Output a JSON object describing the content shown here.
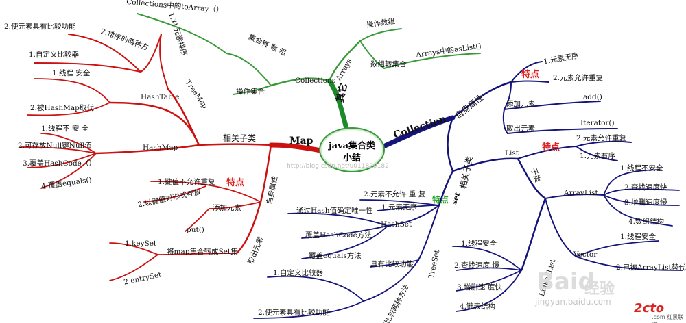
{
  "center": {
    "line1": "java集合类",
    "line2": "小结"
  },
  "other": {
    "title": "其它",
    "collections": "Collections",
    "op_set": "操作集合",
    "set_to_array": "集合转 数 组",
    "to_array": "Collections中的toArray（）",
    "arrays": "Arrays",
    "op_array": "操作数组",
    "array_to_set": "数组转集合",
    "as_list": "Arrays中的asList()"
  },
  "collection": {
    "title": "Collection",
    "self_props": "自身属性",
    "feature": "特点",
    "f1": "1.元素无序",
    "f2": "2.元素允许重复",
    "add": "添加元素",
    "add_m": "add()",
    "get": "取出元素",
    "get_m": "Iterator()",
    "sub": "相关子类",
    "list": "List",
    "list_feature": "特点",
    "l2": "2.元素允许重复",
    "l1": "1.元素有序",
    "list_sub": "子类",
    "arraylist": "ArrayList",
    "a1": "1.线程不安全",
    "a2": "2.查找速度快",
    "a3": "3.增删速度慢",
    "a4": "4.数组结构",
    "vector": "Vector",
    "v1": "1.线程安全",
    "v2": "2.已被ArrayList替代",
    "linkedlist": "LinkedList",
    "k1": "1.线程安全",
    "k2": "2.查找速度 慢",
    "k3": "3.增删速 度快",
    "k4": "4.链表结构",
    "set": "set",
    "set_feature": "特点",
    "s2": "2.元素不允许 重 复",
    "s1": "1.元素无序",
    "hashset": "HashSet",
    "h1": "通过Hash值确定唯一性",
    "h2": "覆盖HashCode方法",
    "h3": "覆盖equals方法",
    "treeset": "TreeSet",
    "t_cmp": "具有比较功能",
    "t_two": "实现比较两种方法",
    "t1": "1.自定义比较器",
    "t2": "2.使元素具有比较功能"
  },
  "map": {
    "title": "Map",
    "sub": "相关子类",
    "treemap": "TreeMap",
    "sort": "2.排序的两种方",
    "sort_target": "1.对 元素排序",
    "sm1": "2.使元素具有比较功能",
    "sm2": "1.自定义比较器",
    "hashtable": "HashTable",
    "ht1": "1.线程 安全",
    "ht2": "2.被HashMap取代",
    "hashmap": "HashMap",
    "hm1": "1.线程不 安 全",
    "hm2": "2.可存放Null键Null值",
    "hm3": "3.覆盖HashCode（）",
    "hm4": "4.覆盖equals()",
    "self_props": "自身属性",
    "feature": "特点",
    "mf1": "1.键值不允许重复",
    "mf2": "2.以键值对形式存放",
    "add": "添加元素",
    "put": "put()",
    "get": "取出元素",
    "to_set": "将map集合转成Set集",
    "ks": "1.keySet",
    "es": "2.entrySet"
  },
  "watermark": {
    "url": "http://blog.csdn.net/u011829182",
    "baidu": "Baid",
    "jingyan": "经验",
    "jingyan_url": "jingyan.baidu.com",
    "site": "2cto",
    "site_sub": ".com 红黑联盟"
  }
}
